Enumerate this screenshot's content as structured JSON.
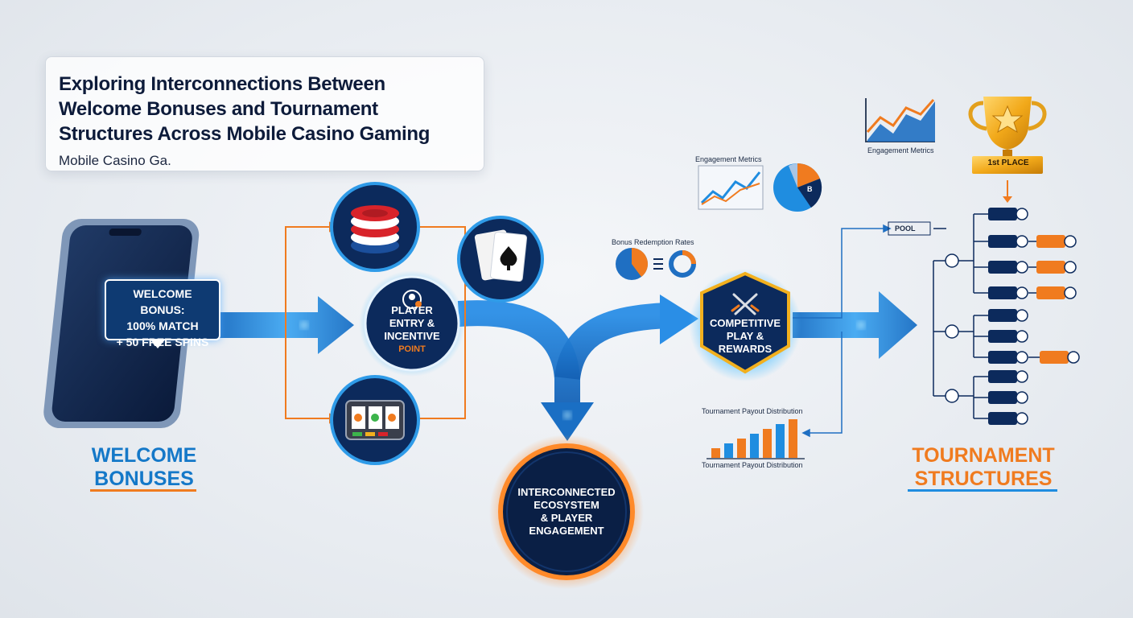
{
  "header": {
    "title_line1": "Exploring Interconnections Between",
    "title_line2": "Welcome Bonuses and Tournament",
    "title_line3": "Structures Across Mobile Casino Gaming",
    "subtitle": "Mobile Casino Ga."
  },
  "welcome_bubble": {
    "line1": "WELCOME BONUS:",
    "line2": "100% MATCH",
    "line3": "+ 50 FREE SPINS"
  },
  "sections": {
    "left_line1": "WELCOME",
    "left_line2": "BONUSES",
    "right_line1": "TOURNAMENT",
    "right_line2": "STRUCTURES"
  },
  "nodes": {
    "entry_line1": "PLAYER",
    "entry_line2": "ENTRY &",
    "entry_line3": "INCENTIVE",
    "entry_line4": "POINT",
    "competitive_line1": "COMPETITIVE",
    "competitive_line2": "PLAY &",
    "competitive_line3": "REWARDS",
    "ecosystem_line1": "INTERCONNECTED",
    "ecosystem_line2": "ECOSYSTEM",
    "ecosystem_line3": "& PLAYER",
    "ecosystem_line4": "ENGAGEMENT"
  },
  "labels": {
    "engagement_metrics_mid": "Engagement Metrics",
    "engagement_metrics_top": "Engagement Metrics",
    "bonus_redemption": "Bonus Redemption Rates",
    "payout_top": "Tournament Payout Distribution",
    "payout_bottom": "Tournament Payout Distribution",
    "pool": "POOL",
    "first_place": "1st PLACE",
    "pie_mark": "B"
  },
  "payout_chart": {
    "values": [
      2,
      3,
      4,
      5,
      6,
      7,
      8
    ]
  },
  "colors": {
    "navy": "#0c2a5c",
    "deep_navy": "#0a1f45",
    "blue": "#1f8de0",
    "glow": "#56c2ff",
    "orange": "#f07b1f",
    "gold": "#f2b01e"
  },
  "icons": {
    "chips": "casino-chips-icon",
    "cards": "playing-cards-icon",
    "slot": "slot-machine-icon",
    "swords": "crossed-swords-icon",
    "trophy": "trophy-icon",
    "phone": "smartphone-icon",
    "player": "player-avatar-icon"
  }
}
